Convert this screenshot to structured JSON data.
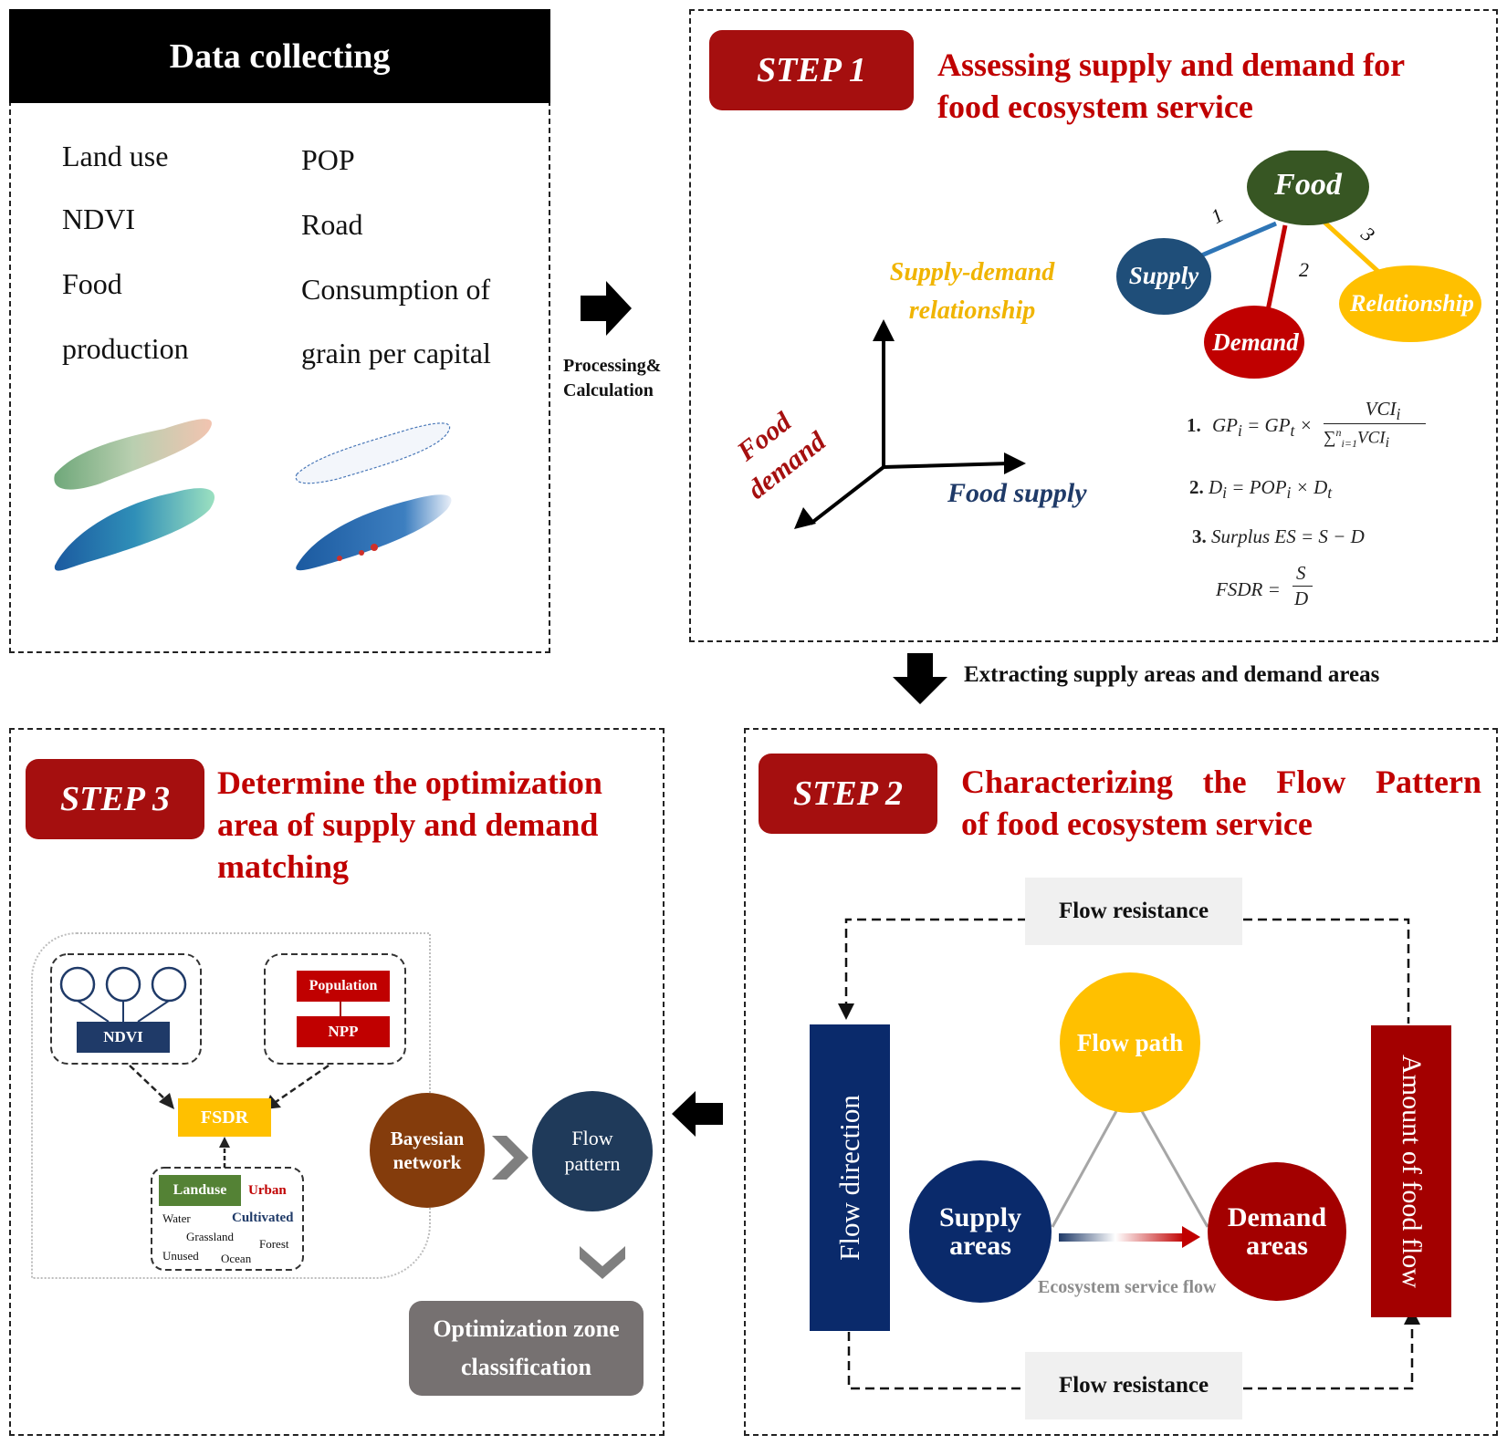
{
  "data_collecting": {
    "title": "Data collecting",
    "items_left": [
      "Land use",
      "NDVI",
      "Food",
      "production"
    ],
    "items_right": [
      "POP",
      "Road",
      "Consumption of",
      "grain per capital"
    ]
  },
  "arrow_processing": {
    "label_line1": "Processing&",
    "label_line2": "Calculation"
  },
  "step1": {
    "badge": "STEP 1",
    "title_line1": "Assessing supply and demand for",
    "title_line2": "food ecosystem service",
    "axis_food_demand_line1": "Food",
    "axis_food_demand_line2": "demand",
    "axis_food_supply": "Food supply",
    "axis_relationship_line1": "Supply-demand",
    "axis_relationship_line2": "relationship",
    "tree": {
      "root": "Food",
      "children": [
        "Supply",
        "Demand",
        "Relationship"
      ],
      "edge_labels": [
        "1",
        "2",
        "3"
      ]
    },
    "formulas": {
      "f1_num": "1.",
      "f2_num": "2.",
      "f3_num": "3."
    }
  },
  "extracting": {
    "label": "Extracting supply areas and demand areas"
  },
  "step2": {
    "badge": "STEP 2",
    "title_line1": "Characterizing the Flow Pattern",
    "title_line2": "of food ecosystem service",
    "flow_resistance_top": "Flow resistance",
    "flow_resistance_bottom": "Flow resistance",
    "flow_direction": "Flow direction",
    "amount_of_food_flow": "Amount of food flow",
    "flow_path": "Flow path",
    "supply_areas_line1": "Supply",
    "supply_areas_line2": "areas",
    "demand_areas_line1": "Demand",
    "demand_areas_line2": "areas",
    "es_flow": "Ecosystem service flow"
  },
  "step3": {
    "badge": "STEP 3",
    "title_line1": "Determine the optimization",
    "title_line2": "area of supply and demand",
    "title_line3": "matching",
    "ndvi": "NDVI",
    "population": "Population",
    "npp": "NPP",
    "fsdr": "FSDR",
    "landuse": "Landuse",
    "urban": "Urban",
    "cultivated": "Cultivated",
    "water": "Water",
    "grassland": "Grassland",
    "forest": "Forest",
    "unused": "Unused",
    "ocean": "Ocean",
    "bayesian_line1": "Bayesian",
    "bayesian_line2": "network",
    "flow_pattern_line1": "Flow",
    "flow_pattern_line2": "pattern",
    "optimization_line1": "Optimization zone",
    "optimization_line2": "classification"
  },
  "colors": {
    "step_red": "#a50f0f",
    "title_red": "#c00000",
    "navy": "#1f3a68",
    "food_green": "#375623",
    "gold": "#ffc000",
    "brown": "#843c0c"
  }
}
